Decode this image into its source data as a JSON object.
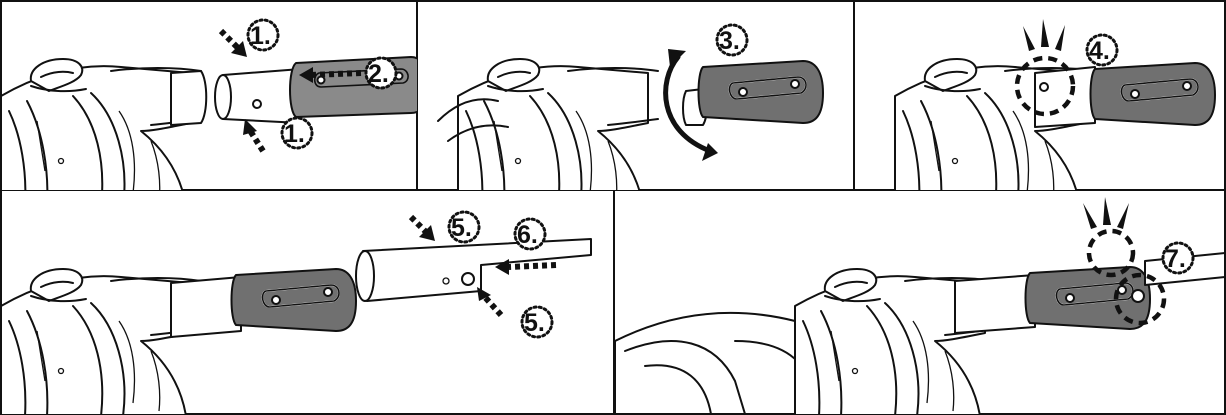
{
  "panels": [
    {
      "id": "panel-1-2",
      "labels": [
        "1.",
        "2.",
        "1."
      ]
    },
    {
      "id": "panel-3",
      "labels": [
        "3."
      ]
    },
    {
      "id": "panel-4",
      "labels": [
        "4."
      ]
    },
    {
      "id": "panel-5-6",
      "labels": [
        "5.",
        "6.",
        "5."
      ]
    },
    {
      "id": "panel-7",
      "labels": [
        "7."
      ]
    }
  ],
  "icons": {
    "pressure_arrow": "dashed-arrow-icon",
    "rotate_arrow": "rotate-arrow-icon",
    "click_marks": "click-sound-icon"
  },
  "colors": {
    "line": "#111111",
    "grip": "#707070",
    "background": "#ffffff"
  }
}
